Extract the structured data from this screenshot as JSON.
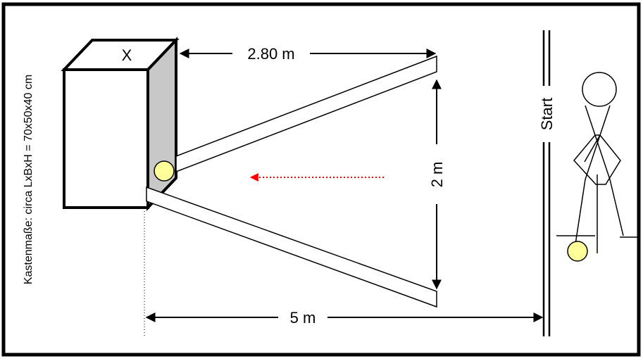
{
  "box": {
    "top_label": "X",
    "dimensions_label": "Kastenmaße: circa  LxBxH = 70x50x40 cm"
  },
  "measurements": {
    "top_distance": "2.80 m",
    "lane_width": "2 m",
    "total_distance": "5 m"
  },
  "start": {
    "label": "Start"
  },
  "colors": {
    "frame": "#000000",
    "box_side": "#c8c8c8",
    "ball": "#ffff99",
    "arrow": "#ff0000"
  }
}
